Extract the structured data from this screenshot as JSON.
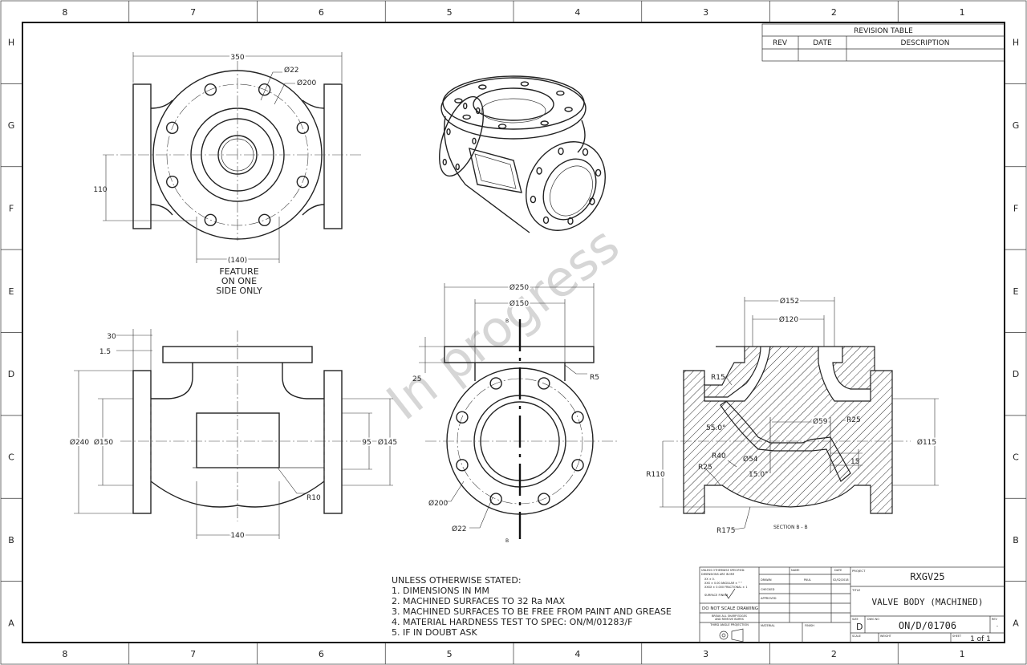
{
  "zones": {
    "cols": [
      "8",
      "7",
      "6",
      "5",
      "4",
      "3",
      "2",
      "1"
    ],
    "rows": [
      "H",
      "G",
      "F",
      "E",
      "D",
      "C",
      "B",
      "A"
    ]
  },
  "revision_table": {
    "title": "REVISION TABLE",
    "headers": [
      "REV",
      "DATE",
      "DESCRIPTION"
    ]
  },
  "watermark": "In progress",
  "views": {
    "front": {
      "dim_350": "350",
      "dim_d22": "Ø22",
      "dim_d200": "Ø200",
      "dim_110": "110",
      "dim_140": "(140)",
      "note_lines": [
        "FEATURE",
        "ON ONE",
        "SIDE ONLY"
      ]
    },
    "side": {
      "dim_30": "30",
      "dim_1_5": "1.5",
      "dim_d240": "Ø240",
      "dim_d150": "Ø150",
      "dim_95": "95",
      "dim_d145": "Ø145",
      "dim_r10": "R10",
      "dim_140": "140"
    },
    "end": {
      "dim_d250": "Ø250",
      "dim_d150": "Ø150",
      "dim_25": "25",
      "dim_r5": "R5",
      "dim_d200": "Ø200",
      "dim_d22": "Ø22",
      "cut_top": "B",
      "cut_bottom": "B"
    },
    "section": {
      "dim_d152": "Ø152",
      "dim_d120": "Ø120",
      "dim_r15": "R15",
      "dim_55": "55.0°",
      "dim_d59": "Ø59",
      "dim_r25a": "R25",
      "dim_d115": "Ø115",
      "dim_r40": "R40",
      "dim_d54": "Ø54",
      "dim_15deg": "15.0°",
      "dim_15": "15",
      "dim_r25b": "R25",
      "dim_r110": "R110",
      "dim_r175": "R175",
      "label": "SECTION B - B"
    }
  },
  "notes": {
    "title": "UNLESS OTHERWISE STATED:",
    "items": [
      "1. DIMENSIONS IN MM",
      "2. MACHINED SURFACES TO 32 Ra MAX",
      "3. MACHINED SURFACES TO BE FREE FROM PAINT AND GREASE",
      "4. MATERIAL HARDNESS TEST TO SPEC: ON/M/01283/F",
      "5. IF IN DOUBT ASK"
    ]
  },
  "title_block": {
    "spec_lines": [
      "UNLESS OTHERWISE SPECIFIED:",
      "DIMENSIONS ARE IN MM",
      "XX ± 0.",
      "XXX ± 0.00   ANGULAR ± ° °",
      "XXXX ± 0.000   FRACTIONAL ± 1"
    ],
    "surface_finish": "SURFACE FINISH",
    "do_not_scale": "DO NOT SCALE DRAWING",
    "break_edges": [
      "BREAK ALL SHARP EDGES",
      "AND REMOVE BURRS"
    ],
    "projection": "THIRD ANGLE PROJECTION",
    "col_name": "NAME",
    "col_date": "DATE",
    "row_drawn": "DRAWN",
    "row_checked": "CHECKED",
    "row_approved": "APPROVED",
    "drawn_name": "PAUL",
    "drawn_date": "02/02/2018",
    "material": "MATERIAL",
    "finish": "FINISH",
    "project_label": "PROJECT",
    "project": "RXGV25",
    "title_label": "TITLE",
    "title": "VALVE BODY (MACHINED)",
    "size_label": "SIZE",
    "size": "D",
    "dwg_label": "DWG NO",
    "dwg_no": "ON/D/01706",
    "rev_label": "REV",
    "rev": "-",
    "scale_label": "SCALE",
    "weight_label": "WEIGHT",
    "sheet_label": "SHEET",
    "sheet": "1 of 1"
  }
}
